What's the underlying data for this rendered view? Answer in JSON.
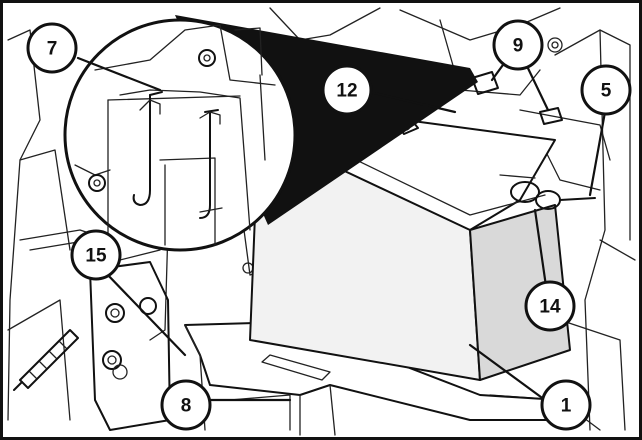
{
  "callouts": [
    {
      "id": "7",
      "label": "7"
    },
    {
      "id": "9",
      "label": "9"
    },
    {
      "id": "12",
      "label": "12"
    },
    {
      "id": "5",
      "label": "5"
    },
    {
      "id": "15",
      "label": "15"
    },
    {
      "id": "14",
      "label": "14"
    },
    {
      "id": "8",
      "label": "8"
    },
    {
      "id": "1",
      "label": "1"
    }
  ]
}
